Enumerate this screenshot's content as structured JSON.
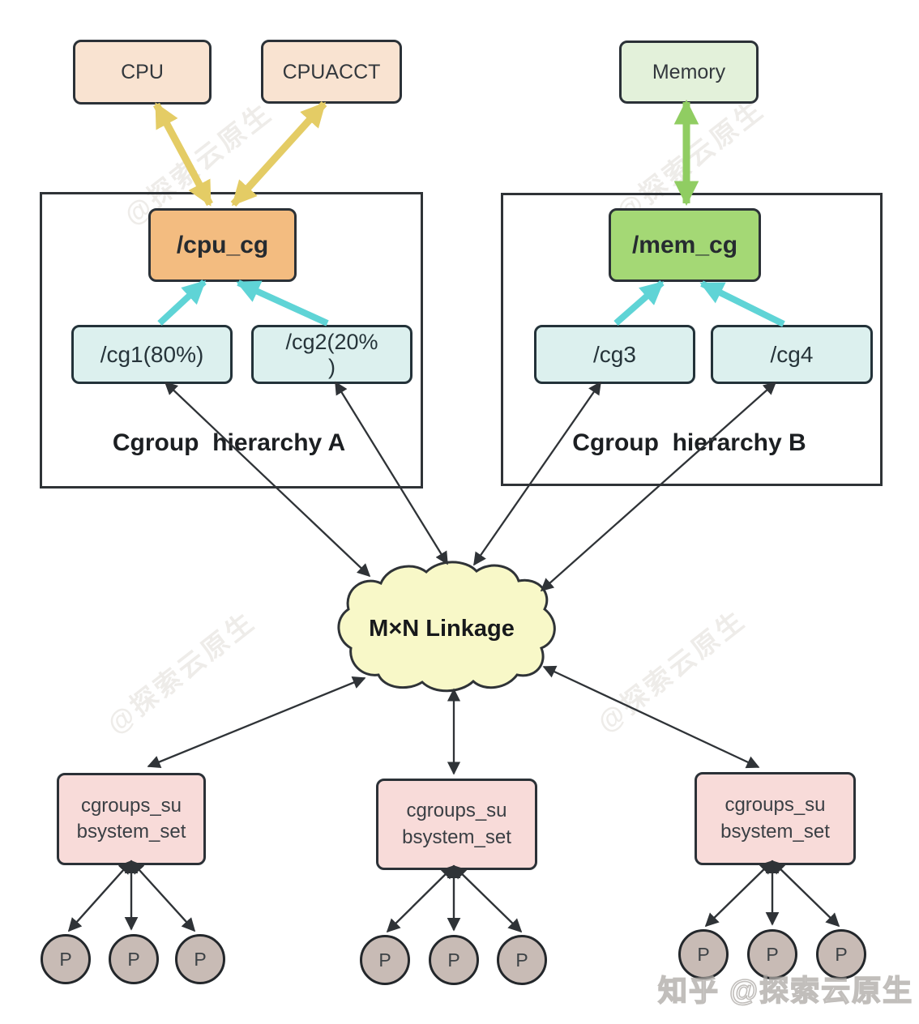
{
  "watermark": {
    "diagonal": "@探索云原生",
    "footer": "知乎 @探索云原生"
  },
  "subsystems": {
    "cpu": "CPU",
    "cpuacct": "CPUACCT",
    "memory": "Memory"
  },
  "hierarchy_a": {
    "title": "Cgroup  hierarchy A",
    "root": "/cpu_cg",
    "children": [
      "/cg1(80%)",
      "/cg2(20%\n)"
    ]
  },
  "hierarchy_b": {
    "title": "Cgroup  hierarchy B",
    "root": "/mem_cg",
    "children": [
      "/cg3",
      "/cg4"
    ]
  },
  "linkage": "M×N Linkage",
  "subsystem_sets": [
    {
      "label": "cgroups_su\nbsystem_set",
      "processes": [
        "P",
        "P",
        "P"
      ]
    },
    {
      "label": "cgroups_su\nbsystem_set",
      "processes": [
        "P",
        "P",
        "P"
      ]
    },
    {
      "label": "cgroups_su\nbsystem_set",
      "processes": [
        "P",
        "P",
        "P"
      ]
    }
  ],
  "colors": {
    "subsystem_box": "#F9E3D1",
    "memory_box": "#E3F1DA",
    "cpu_root_box": "#F3BC80",
    "mem_root_box": "#A4D875",
    "child_box": "#DCF0EE",
    "cloud": "#F8F8C8",
    "set_box": "#F8DBD9",
    "process_circle": "#C8BBB5",
    "arrow_yellow": "#E4CC65",
    "arrow_green": "#90CD62",
    "arrow_cyan": "#5FD4D6",
    "line_dark": "#2F3337"
  }
}
